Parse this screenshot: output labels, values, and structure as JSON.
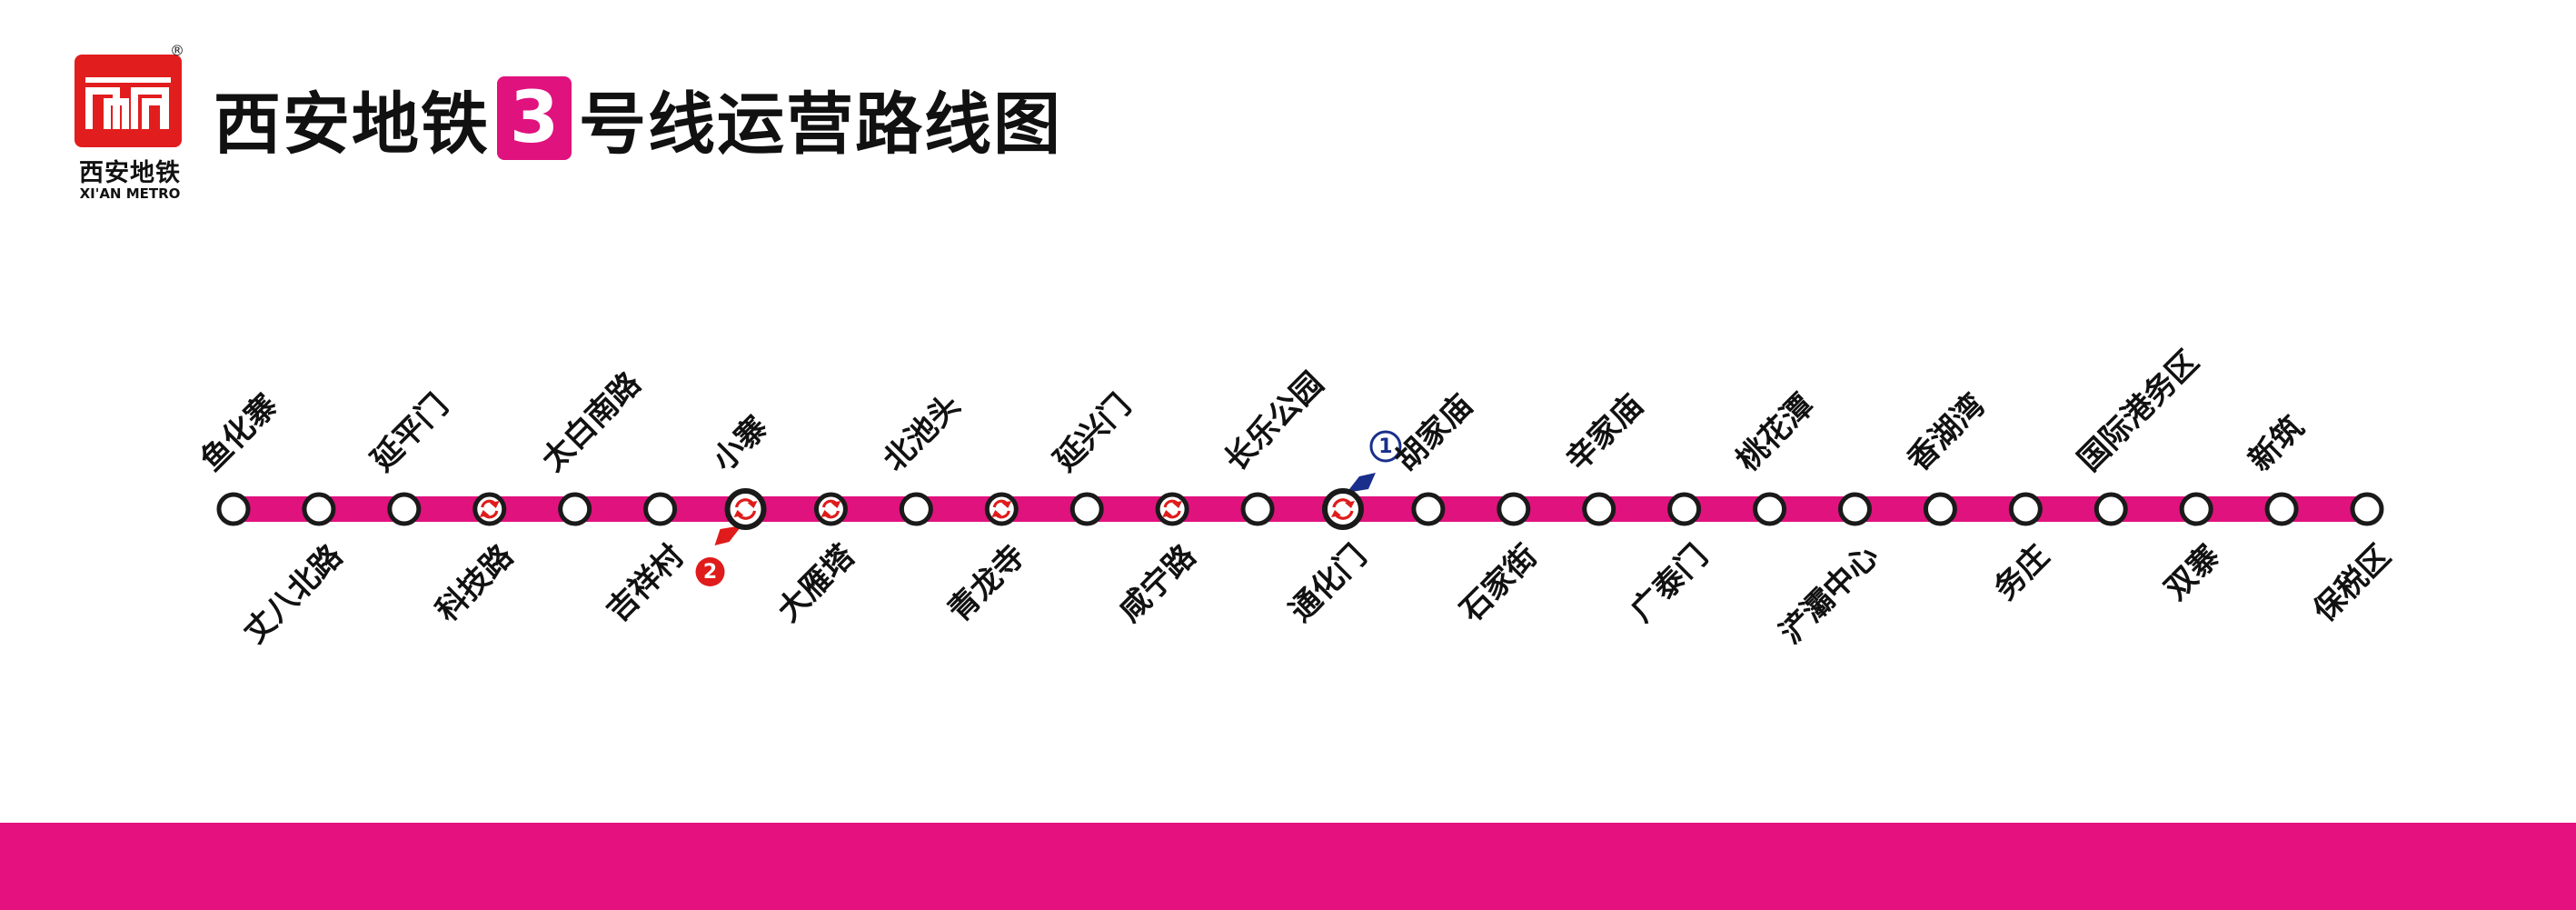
{
  "logo": {
    "name_cn": "西安地铁",
    "name_en": "XI'AN METRO",
    "registered": "®"
  },
  "title": {
    "prefix": "西安地铁",
    "line_number": "3",
    "suffix": "号线运营路线图"
  },
  "colors": {
    "line": "#e0127e",
    "logo": "#e21d1d",
    "transfer_line_1": "#1a2f8c",
    "transfer_line_2": "#e01b1b"
  },
  "stations": [
    {
      "name": "鱼化寨",
      "label_pos": "top",
      "transfer": false
    },
    {
      "name": "丈八北路",
      "label_pos": "bottom",
      "transfer": false
    },
    {
      "name": "延平门",
      "label_pos": "top",
      "transfer": false
    },
    {
      "name": "科技路",
      "label_pos": "bottom",
      "transfer": "planned"
    },
    {
      "name": "太白南路",
      "label_pos": "top",
      "transfer": false
    },
    {
      "name": "吉祥村",
      "label_pos": "bottom",
      "transfer": false
    },
    {
      "name": "小寨",
      "label_pos": "top",
      "transfer": "interchange",
      "connecting_line": "2"
    },
    {
      "name": "大雁塔",
      "label_pos": "bottom",
      "transfer": "planned"
    },
    {
      "name": "北池头",
      "label_pos": "top",
      "transfer": false
    },
    {
      "name": "青龙寺",
      "label_pos": "bottom",
      "transfer": "planned"
    },
    {
      "name": "延兴门",
      "label_pos": "top",
      "transfer": false
    },
    {
      "name": "咸宁路",
      "label_pos": "bottom",
      "transfer": "planned"
    },
    {
      "name": "长乐公园",
      "label_pos": "top",
      "transfer": false
    },
    {
      "name": "通化门",
      "label_pos": "bottom",
      "transfer": "interchange",
      "connecting_line": "1"
    },
    {
      "name": "胡家庙",
      "label_pos": "top",
      "transfer": false
    },
    {
      "name": "石家街",
      "label_pos": "bottom",
      "transfer": false
    },
    {
      "name": "辛家庙",
      "label_pos": "top",
      "transfer": false
    },
    {
      "name": "广泰门",
      "label_pos": "bottom",
      "transfer": false
    },
    {
      "name": "桃花潭",
      "label_pos": "top",
      "transfer": false
    },
    {
      "name": "浐灞中心",
      "label_pos": "bottom",
      "transfer": false
    },
    {
      "name": "香湖湾",
      "label_pos": "top",
      "transfer": false
    },
    {
      "name": "务庄",
      "label_pos": "bottom",
      "transfer": false
    },
    {
      "name": "国际港务区",
      "label_pos": "top",
      "transfer": false
    },
    {
      "name": "双寨",
      "label_pos": "bottom",
      "transfer": false
    },
    {
      "name": "新筑",
      "label_pos": "top",
      "transfer": false
    },
    {
      "name": "保税区",
      "label_pos": "bottom",
      "transfer": false
    }
  ]
}
